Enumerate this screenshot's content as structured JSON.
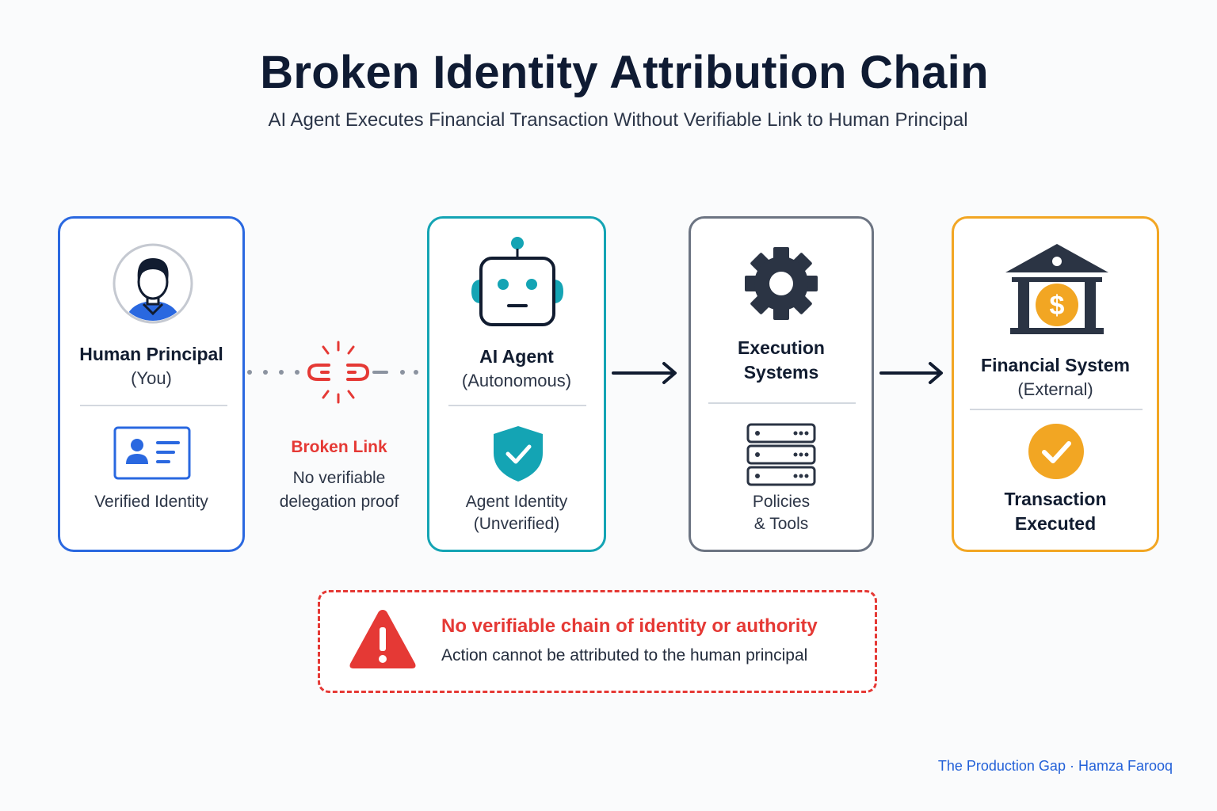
{
  "title": "Broken Identity Attribution Chain",
  "subtitle": "AI Agent Executes Financial Transaction Without Verifiable Link to Human Principal",
  "human": {
    "title": "Human Principal",
    "subtitle": "(You)",
    "footer": "Verified Identity",
    "border_color": "#2a68e0",
    "icons": [
      "user-avatar-icon",
      "id-card-icon"
    ]
  },
  "broken_link": {
    "label": "Broken Link",
    "description_line1": "No verifiable",
    "description_line2": "delegation proof",
    "color": "#e53935",
    "icon": "broken-chain-icon"
  },
  "agent": {
    "title": "AI Agent",
    "subtitle": "(Autonomous)",
    "footer_line1": "Agent Identity",
    "footer_line2": "(Unverified)",
    "border_color": "#14a4b4",
    "icons": [
      "robot-icon",
      "shield-check-icon"
    ]
  },
  "execution": {
    "title_line1": "Execution",
    "title_line2": "Systems",
    "footer_line1": "Policies",
    "footer_line2": "& Tools",
    "border_color": "#6c7482",
    "icons": [
      "gear-icon",
      "server-stack-icon"
    ]
  },
  "financial": {
    "title": "Financial System",
    "subtitle": "(External)",
    "footer_line1": "Transaction",
    "footer_line2": "Executed",
    "border_color": "#f2a623",
    "icons": [
      "bank-icon",
      "check-circle-icon"
    ]
  },
  "warning": {
    "title": "No verifiable chain of identity or authority",
    "description": "Action cannot be attributed to the human principal",
    "color": "#e53935",
    "icon": "warning-triangle-icon"
  },
  "footer": "The Production Gap · Hamza Farooq"
}
